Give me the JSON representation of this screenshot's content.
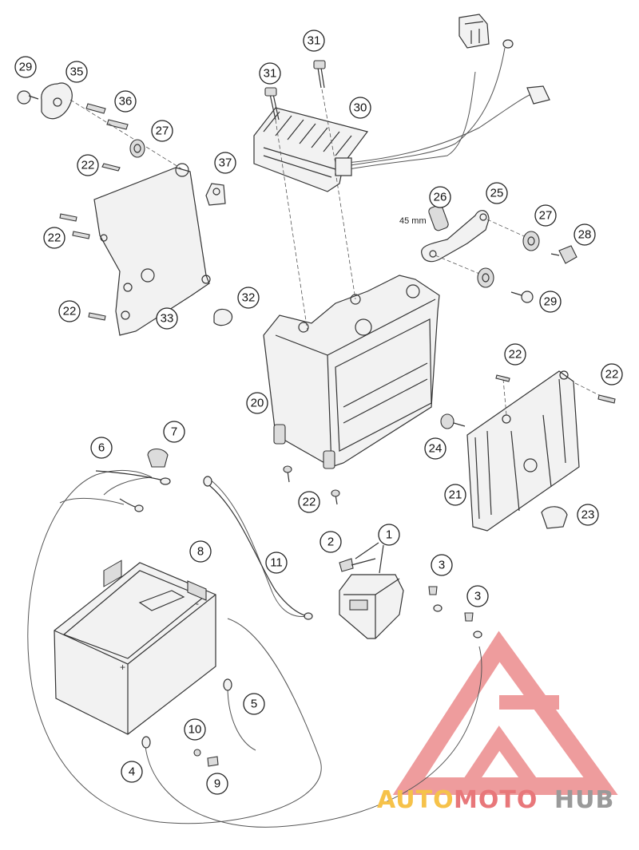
{
  "labels": {
    "l1": "1",
    "l2": "2",
    "l3a": "3",
    "l3b": "3",
    "l4": "4",
    "l5": "5",
    "l6": "6",
    "l7": "7",
    "l8": "8",
    "l9": "9",
    "l10": "10",
    "l11": "11",
    "l20": "20",
    "l21": "21",
    "l22a": "22",
    "l22b": "22",
    "l22c": "22",
    "l22d": "22",
    "l22e": "22",
    "l22f": "22",
    "l23": "23",
    "l24": "24",
    "l25": "25",
    "l26": "26",
    "l27a": "27",
    "l27b": "27",
    "l28": "28",
    "l29a": "29",
    "l29b": "29",
    "l30": "30",
    "l31a": "31",
    "l31b": "31",
    "l32": "32",
    "l33": "33",
    "l35": "35",
    "l36": "36",
    "l37": "37"
  },
  "dimension_note": "45 mm",
  "battery_polarity": {
    "plus": "+",
    "minus": "-"
  },
  "watermark": {
    "part1": "AUTO",
    "part2": "MOTO",
    "part3": "HUB",
    "color1": "#f6c24a",
    "color2": "#e8777a",
    "color3": "#9a9a9a"
  },
  "colors": {
    "line": "#333333",
    "logo_triangle": "#ec8b8d"
  }
}
